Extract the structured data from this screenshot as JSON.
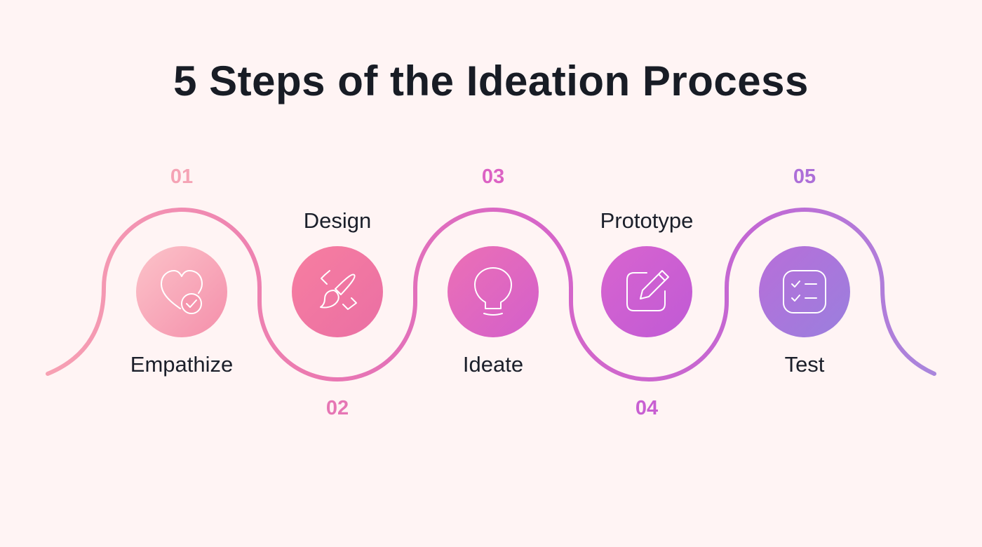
{
  "title": "5 Steps of the Ideation Process",
  "steps": [
    {
      "number": "01",
      "label": "Empathize",
      "icon": "heart-check-icon",
      "color": "#f7a1b3"
    },
    {
      "number": "02",
      "label": "Design",
      "icon": "brush-icon",
      "color": "#ec76a8"
    },
    {
      "number": "03",
      "label": "Ideate",
      "icon": "lightbulb-icon",
      "color": "#de69c0"
    },
    {
      "number": "04",
      "label": "Prototype",
      "icon": "edit-icon",
      "color": "#c95ed0"
    },
    {
      "number": "05",
      "label": "Test",
      "icon": "checklist-icon",
      "color": "#ab7ad9"
    }
  ]
}
